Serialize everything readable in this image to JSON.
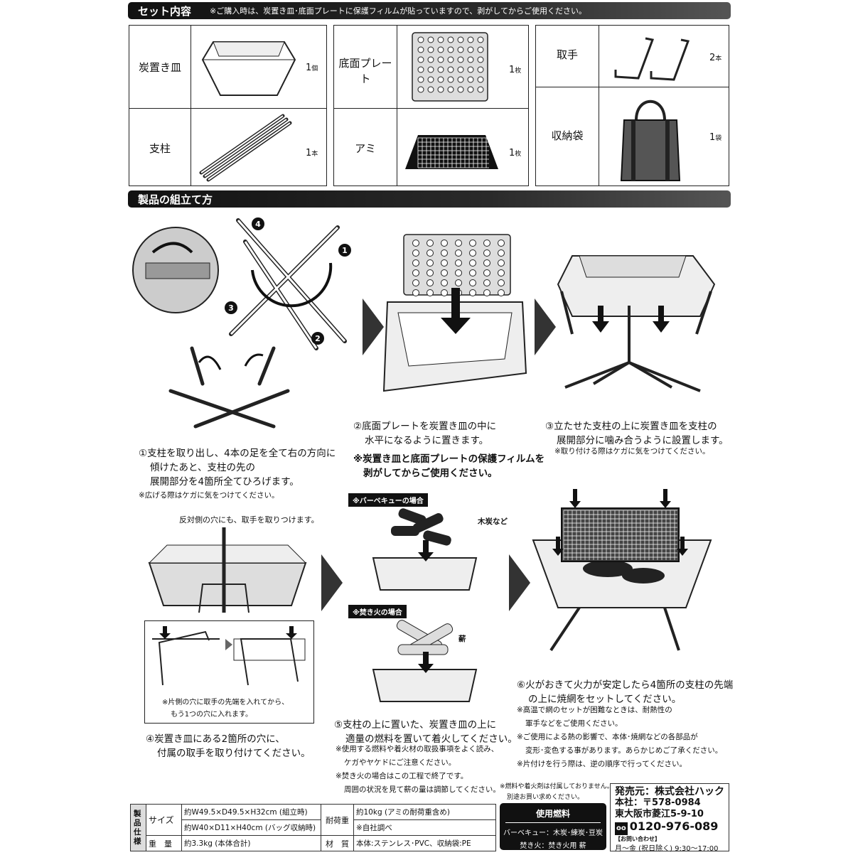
{
  "set_section": {
    "title": "セット内容",
    "notice": "※ご購入時は、炭置き皿･底面プレートに保護フィルムが貼っていますので、剥がしてからご使用ください。",
    "items": [
      {
        "label": "炭置き皿",
        "qty": "1",
        "unit": "個"
      },
      {
        "label": "支柱",
        "qty": "1",
        "unit": "本"
      },
      {
        "label": "底面プレート",
        "qty": "1",
        "unit": "枚"
      },
      {
        "label": "アミ",
        "qty": "1",
        "unit": "枚"
      },
      {
        "label": "取手",
        "qty": "2",
        "unit": "本"
      },
      {
        "label": "収納袋",
        "qty": "1",
        "unit": "袋"
      }
    ]
  },
  "assembly": {
    "title": "製品の組立て方",
    "step1": {
      "lines": [
        "①支柱を取り出し、4本の足を全て右の方向に",
        "傾けたあと、支柱の先の",
        "展開部分を4箇所全てひろげます。"
      ],
      "note": "※広げる際はケガに気をつけてください。",
      "markers": [
        "1",
        "2",
        "3",
        "4"
      ]
    },
    "step2": {
      "lines": [
        "②底面プレートを炭置き皿の中に",
        "水平になるように置きます。"
      ],
      "warning": [
        "※炭置き皿と底面プレートの保護フィルムを",
        "剥がしてからご使用ください。"
      ]
    },
    "step3": {
      "lines": [
        "③立たせた支柱の上に炭置き皿を支柱の",
        "展開部分に噛み合うように設置します。"
      ],
      "note": "※取り付ける際はケガに気をつけてください。"
    },
    "step4": {
      "caption": "反対側の穴にも、取手を取りつけます。",
      "inset_note": [
        "※片側の穴に取手の先端を入れてから、",
        "もう1つの穴に入れます。"
      ],
      "lines": [
        "④炭置き皿にある2箇所の穴に、",
        "付属の取手を取り付けてください。"
      ]
    },
    "step5": {
      "bbq_tag": "※バーベキューの場合",
      "bbq_label": "木炭など",
      "fire_tag": "※焚き火の場合",
      "fire_label": "薪",
      "lines": [
        "⑤支柱の上に置いた、炭置き皿の上に",
        "適量の燃料を置いて着火してください。"
      ],
      "notes": [
        "※使用する燃料や着火材の取扱事項をよく読み、",
        "ケガやヤケドにご注意ください。",
        "※焚き火の場合はこの工程で終了です。",
        "周囲の状況を見て薪の量は調節してください。"
      ]
    },
    "step6": {
      "lines": [
        "⑥火がおきて火力が安定したら4箇所の支柱の先端",
        "の上に焼網をセットしてください。"
      ],
      "notes": [
        "※高温で網のセットが困難なときは、耐熱性の",
        "軍手などをご使用ください。",
        "※ご使用による熱の影響で、本体･焼網などの各部品が",
        "変形･変色する事があります。あらかじめご了承ください。",
        "※片付けを行う際は、逆の順序で行ってください。"
      ]
    }
  },
  "fuel_note": [
    "※燃料や着火剤は付属しておりません。",
    "別途お買い求めください。"
  ],
  "fuel_box": {
    "title": "使用燃料",
    "bbq": "バーベキュー：木炭･練炭･豆炭",
    "fire": "焚き火：焚き火用 薪"
  },
  "specs": {
    "heading": "製品仕様",
    "size_label": "サイズ",
    "size_assembled": "約W49.5×D49.5×H32cm (組立時)",
    "size_bag": "約W40×D11×H40cm (バッグ収納時)",
    "weight_label": "重　量",
    "weight": "約3.3kg (本体合計)",
    "load_label": "耐荷重",
    "load": "約10kg (アミの耐荷重含め)",
    "load_note": "※自社調べ",
    "material_label": "材　質",
    "material": "本体:ステンレス･PVC、収納袋:PE"
  },
  "company": {
    "seller": "発売元：株式会社ハック",
    "hq": "本社：〒578-0984",
    "address": "東大阪市菱江5-9-10",
    "phone": "0120-976-089",
    "inquiry": "【お問い合わせ】",
    "hours": "月〜金 (祝日除く) 9:30〜17:00"
  }
}
